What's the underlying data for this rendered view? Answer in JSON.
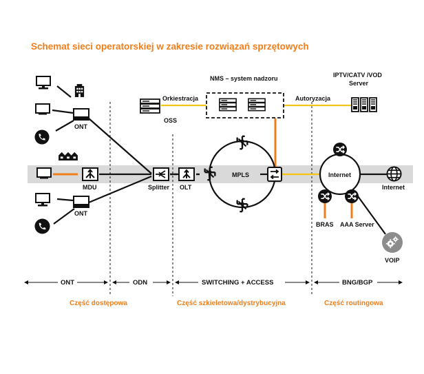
{
  "title": "Schemat sieci operatorskiej w zakresie rozwiązań sprzętowych",
  "labels": {
    "ont_top": "ONT",
    "ont_bottom": "ONT",
    "mdu": "MDU",
    "splitter": "Splitter",
    "olt": "OLT",
    "mpls": "MPLS",
    "orkiestracja": "Orkiestracja",
    "oss": "OSS",
    "nms": "NMS – system nadzoru",
    "autoryzacja": "Autoryzacja",
    "iptv": "IPTV/CATV /VOD",
    "server": "Server",
    "internet_cloud": "Internet",
    "internet_globe": "Internet",
    "bras": "BRAS",
    "aaa": "AAA Server",
    "voip": "VOIP"
  },
  "sections": [
    "ONT",
    "ODN",
    "SWITCHING + ACCESS",
    "BNG/BGP"
  ],
  "parts": [
    "Część dostępowa",
    "Część szkieletowa/dystrybucyjna",
    "Część routingowa"
  ],
  "colors": {
    "accent": "#f07e1b",
    "yellow": "#f5c518",
    "band": "#d9d9d9",
    "line": "#111111",
    "router_gray": "#a8a8a8"
  },
  "icons": [
    "desktop-computer-icon",
    "building-icon",
    "tv-monitor-icon",
    "phone-icon",
    "houses-icon",
    "ont-device-icon",
    "mdu-device-icon",
    "splitter-icon",
    "olt-device-icon",
    "router-icon",
    "switch-icon",
    "server-rack-icon",
    "globe-icon",
    "gear-icon"
  ]
}
